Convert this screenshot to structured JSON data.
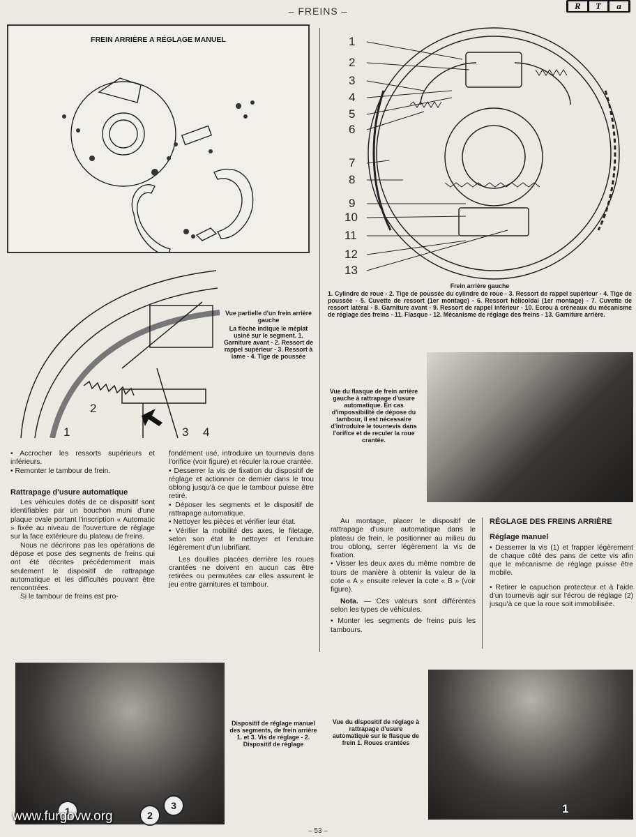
{
  "header": {
    "section": "– FREINS –",
    "logo": [
      "R",
      "T",
      "a"
    ]
  },
  "figure1": {
    "title": "FREIN ARRIÈRE A RÉGLAGE MANUEL"
  },
  "figure2": {
    "callouts": [
      "1",
      "2",
      "3",
      "4",
      "5",
      "6",
      "7",
      "8",
      "9",
      "10",
      "11",
      "12",
      "13"
    ],
    "caption_title": "Frein arrière gauche",
    "caption_text": "1. Cylindre de roue - 2. Tige de poussée du cylindre de roue - 3. Ressort de rappel supérieur - 4. Tige de poussée - 5. Cuvette de ressort (1er montage) - 6. Ressort hélicoïdal (1er montage) - 7. Cuvette de ressort latéral - 8. Garniture avant - 9. Ressort de rappel inférieur - 10. Ecrou à créneaux du mécanisme de réglage des freins - 11. Flasque - 12. Mécanisme de réglage des freins - 13. Garniture arrière."
  },
  "figure3": {
    "labels": [
      "1",
      "2",
      "3",
      "4"
    ],
    "caption_title": "Vue partielle d'un frein arrière gauche",
    "caption_text": "La flèche indique le méplat usiné sur le segment. 1. Garniture avant - 2. Ressort de rappel supérieur - 3. Ressort à lame - 4. Tige de poussée"
  },
  "figure4": {
    "caption": "Vue du flasque de frein arrière gauche à rattrapage d'usure automatique. En cas d'impossibilité de dépose du tambour, il est nécessaire d'introduire le tournevis dans l'orifice et de reculer la roue crantée."
  },
  "col1": {
    "bullets_top": [
      "• Accrocher les ressorts supérieurs et inférieurs.",
      "• Remonter le tambour de frein."
    ],
    "heading": "Rattrapage d'usure automatique",
    "p1": "Les véhicules dotés de ce dispositif sont identifiables par un bouchon muni d'une plaque ovale portant l'inscription « Automatic » fixée au niveau de l'ouverture de réglage sur la face extérieure du plateau de freins.",
    "p2": "Nous ne décrirons pas les opérations de dépose et pose des segments de freins qui ont été décrites précédemment mais seulement le dispositif de rattrapage automatique et les difficultés pouvant être rencontrées.",
    "p3": "Si le tambour de freins est pro-"
  },
  "col2": {
    "p1": "fondément usé, introduire un tournevis dans l'orifice (voir figure) et réculer la roue crantée.",
    "bullets": [
      "• Desserrer la vis de fixation du dispositif de réglage et actionner ce dernier dans le trou oblong jusqu'à ce que le tambour puisse être retiré.",
      "• Déposer les segments et le dispositif de rattrapage automatique.",
      "• Nettoyer les pièces et vérifier leur état.",
      "• Vérifier la mobilité des axes, le filetage, selon son état le nettoyer et l'enduire légèrement d'un lubrifiant."
    ],
    "p2": "Les douilles placées derrière les roues crantées ne doivent en aucun cas être retirées ou permutées car elles assurent le jeu entre garnitures et tambour."
  },
  "col3": {
    "p1": "Au montage, placer le dispositif de rattrapage d'usure automatique dans le plateau de frein, le positionner au milieu du trou oblong, serrer légèrement la vis de fixation.",
    "b1": "• Visser les deux axes du même nombre de tours de manière à obtenir la valeur de la cote « A » ensuite relever la cote « B » (voir figure).",
    "nota_label": "Nota.",
    "nota_text": " — Ces valeurs sont différentes selon les types de véhicules.",
    "b2": "• Monter les segments de freins puis les tambours."
  },
  "col4": {
    "heading": "RÉGLAGE DES FREINS ARRIÈRE",
    "subheading": "Réglage manuel",
    "b1": "• Desserrer la vis (1) et frapper légèrement de chaque côté des pans de cette vis afin que le mécanisme de réglage puisse être mobile.",
    "b2": "• Retirer le capuchon protecteur et à l'aide d'un tournevis agir sur l'écrou de réglage (2) jusqu'à ce que la roue soit immobilisée."
  },
  "photo1": {
    "labels": [
      "1",
      "2",
      "3"
    ],
    "caption": "Dispositif de réglage manuel des segments, de frein arrière 1. et 3. Vis de réglage - 2. Dispositif de réglage"
  },
  "photo2": {
    "labels": [
      "1"
    ],
    "caption": "Vue du dispositif de réglage à rattrapage d'usure automatique sur le flasque de frein 1. Roues crantées"
  },
  "watermark": "www.furgovw.org",
  "footer": {
    "page": "– 53 –"
  }
}
